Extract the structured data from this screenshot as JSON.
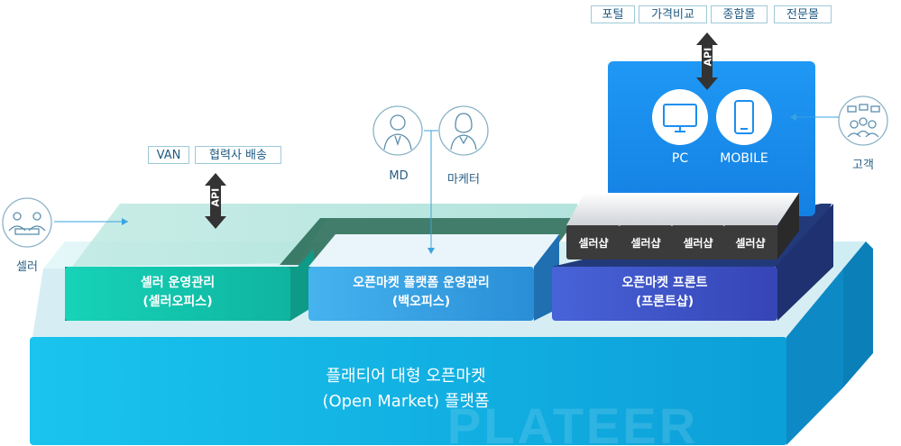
{
  "top_tags": [
    "포털",
    "가격비교",
    "종합몰",
    "전문몰"
  ],
  "api_label": "API",
  "devices": {
    "pc": "PC",
    "mobile": "MOBILE"
  },
  "customer": "고객",
  "left_tags": [
    "VAN",
    "협력사 배송"
  ],
  "seller": "셀러",
  "staff": {
    "md": "MD",
    "marketer": "마케터"
  },
  "seller_shop": "셀러샵",
  "modules": {
    "seller_ops": {
      "line1": "셀러 운영관리",
      "line2": "(셀러오피스)"
    },
    "platform_ops": {
      "line1": "오픈마켓 플랫폼 운영관리",
      "line2": "(백오피스)"
    },
    "front": {
      "line1": "오픈마켓 프론트",
      "line2": "(프론트샵)"
    }
  },
  "base": {
    "line1": "플래티어 대형 오픈마켓",
    "line2": "(Open Market) 플랫폼",
    "watermark": "PLATEER"
  },
  "colors": {
    "teal": "#17c7b0",
    "sky": "#2f9be4",
    "indigo": "#3b4fc4",
    "cyan": "#15b3e8",
    "blue_panel": "#1a8ef0"
  }
}
